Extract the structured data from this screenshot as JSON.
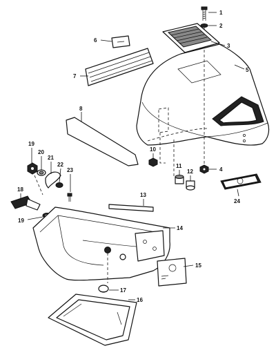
{
  "callouts": [
    {
      "id": "c1",
      "label": "1"
    },
    {
      "id": "c2",
      "label": "2"
    },
    {
      "id": "c3",
      "label": "3"
    },
    {
      "id": "c4",
      "label": "4"
    },
    {
      "id": "c5",
      "label": "5"
    },
    {
      "id": "c6",
      "label": "6"
    },
    {
      "id": "c7",
      "label": "7"
    },
    {
      "id": "c8",
      "label": "8"
    },
    {
      "id": "c10",
      "label": "10"
    },
    {
      "id": "c11",
      "label": "11"
    },
    {
      "id": "c12",
      "label": "12"
    },
    {
      "id": "c13",
      "label": "13"
    },
    {
      "id": "c14",
      "label": "14"
    },
    {
      "id": "c15",
      "label": "15"
    },
    {
      "id": "c16",
      "label": "16"
    },
    {
      "id": "c17",
      "label": "17"
    },
    {
      "id": "c18",
      "label": "18"
    },
    {
      "id": "c19a",
      "label": "19"
    },
    {
      "id": "c19b",
      "label": "19"
    },
    {
      "id": "c20",
      "label": "20"
    },
    {
      "id": "c21",
      "label": "21"
    },
    {
      "id": "c22",
      "label": "22"
    },
    {
      "id": "c23",
      "label": "23"
    },
    {
      "id": "c24",
      "label": "24"
    }
  ]
}
